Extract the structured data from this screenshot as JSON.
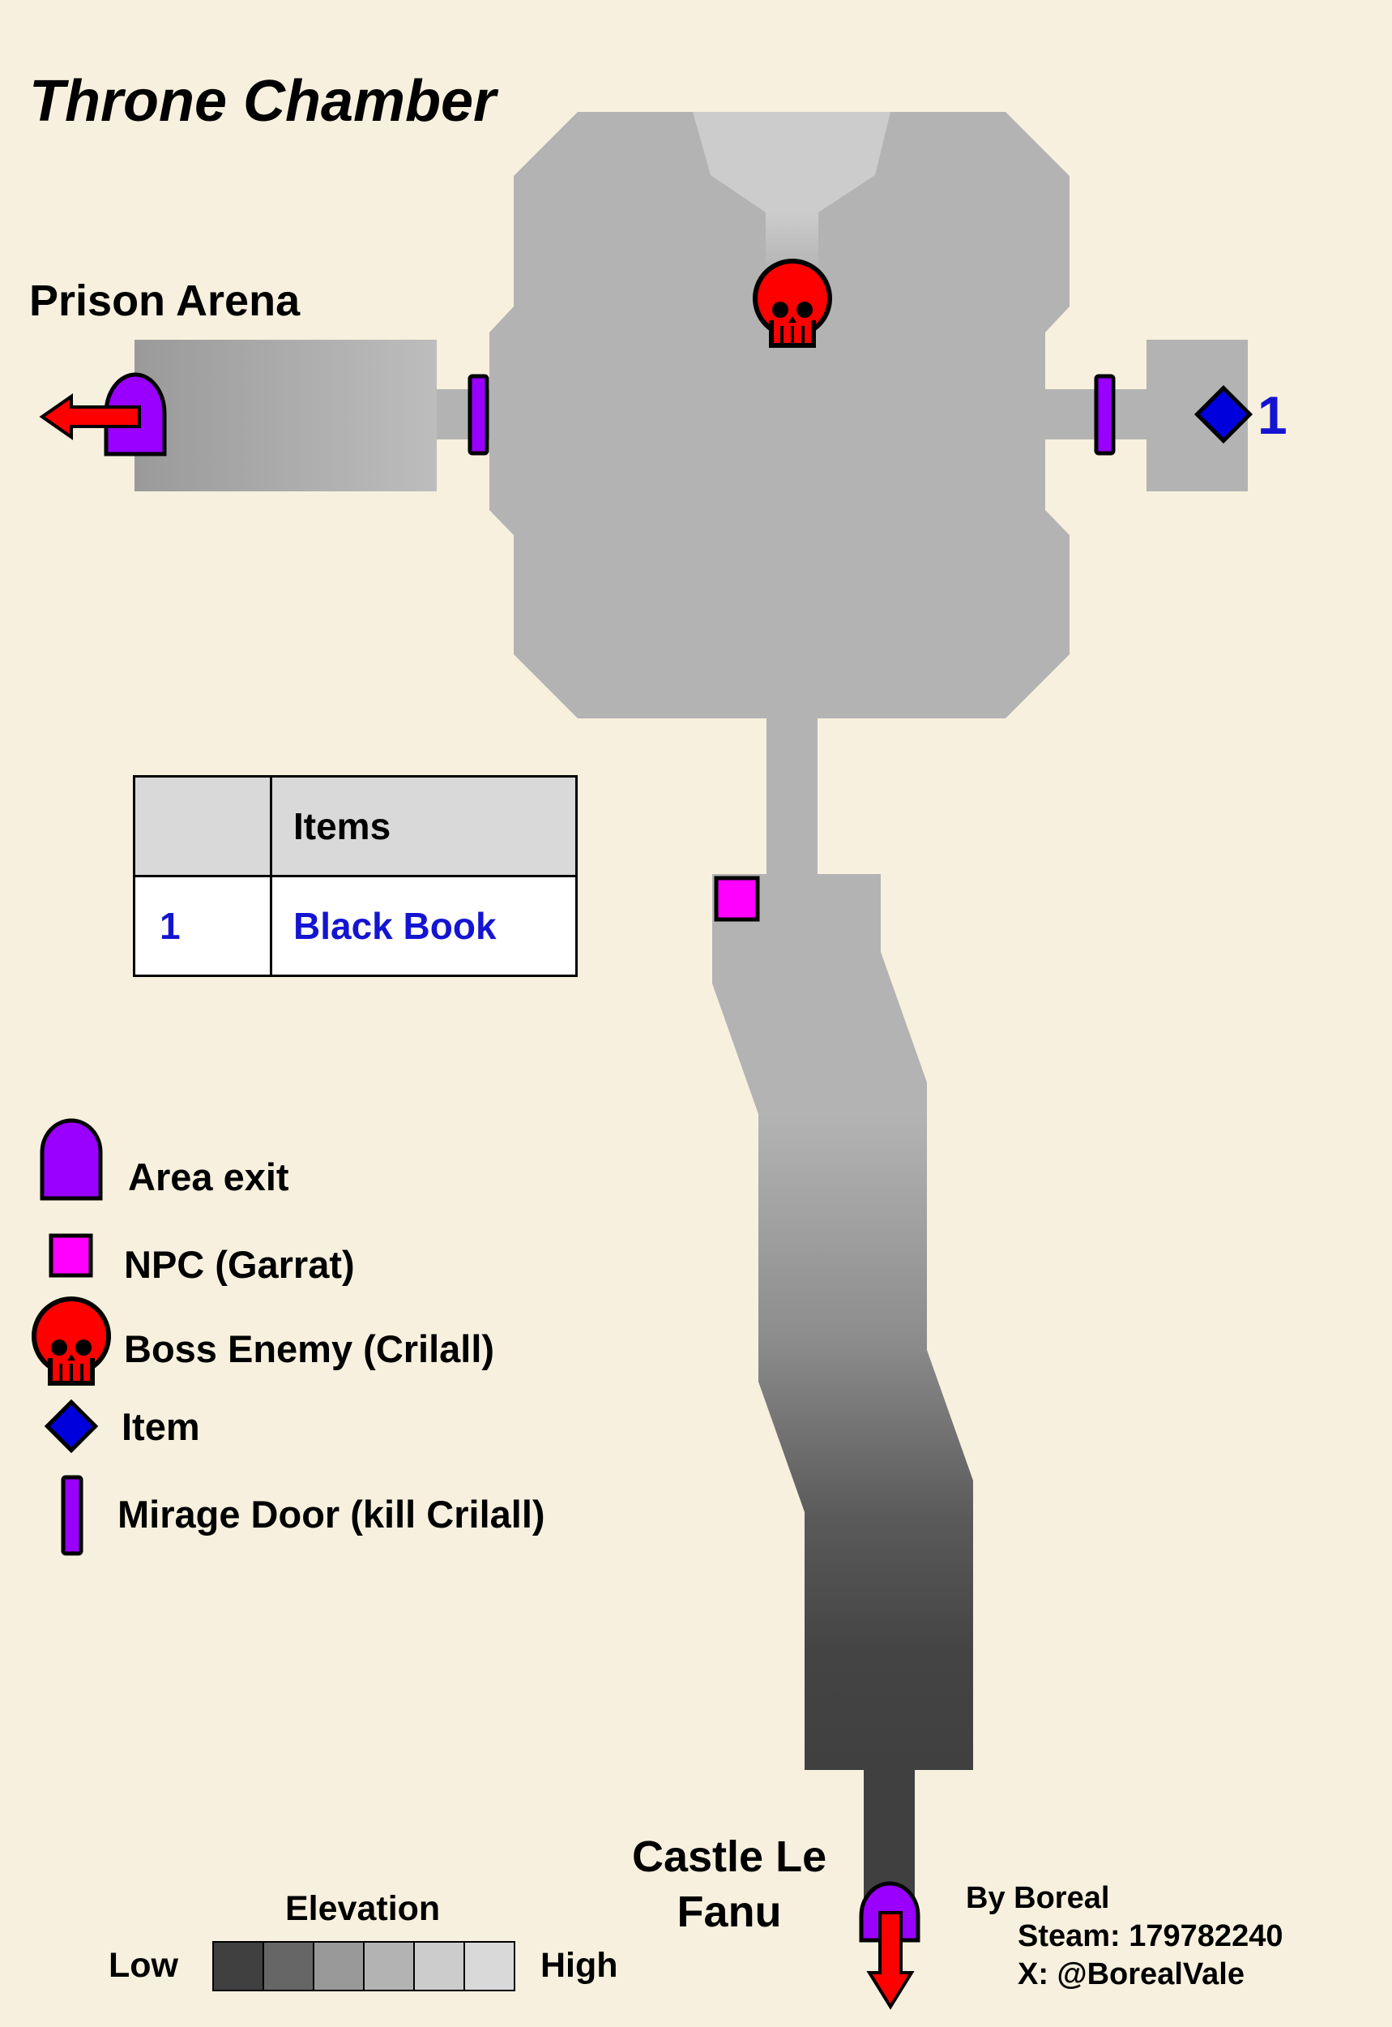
{
  "title": "Throne Chamber",
  "labels": {
    "prison_arena": "Prison Arena",
    "castle_line1": "Castle Le",
    "castle_line2": "Fanu"
  },
  "map_items": [
    {
      "number": "1"
    }
  ],
  "items_table": {
    "header": [
      "",
      "Items"
    ],
    "rows": [
      {
        "number": "1",
        "name": "Black Book"
      }
    ]
  },
  "legend": [
    {
      "icon": "area-exit-icon",
      "label": "Area exit"
    },
    {
      "icon": "npc-square-icon",
      "label": "NPC (Garrat)"
    },
    {
      "icon": "skull-icon",
      "label": "Boss Enemy (Crilall)"
    },
    {
      "icon": "diamond-icon",
      "label": "Item"
    },
    {
      "icon": "mirage-door-icon",
      "label": "Mirage Door (kill Crilall)"
    }
  ],
  "elevation": {
    "title": "Elevation",
    "low": "Low",
    "high": "High",
    "scale": [
      "#404040",
      "#666666",
      "#999999",
      "#b3b3b3",
      "#cccccc",
      "#d9d9d9"
    ]
  },
  "credits": {
    "line1": "By Boreal",
    "line2": "Steam: 179782240",
    "line3": "X: @BorealVale"
  },
  "colors": {
    "background": "#f7f0de",
    "area_exit": "#9900ff",
    "npc": "#ff00ff",
    "boss": "#ff0000",
    "item": "#0000dd",
    "item_text": "#1414d2",
    "arrow": "#ff0000"
  }
}
